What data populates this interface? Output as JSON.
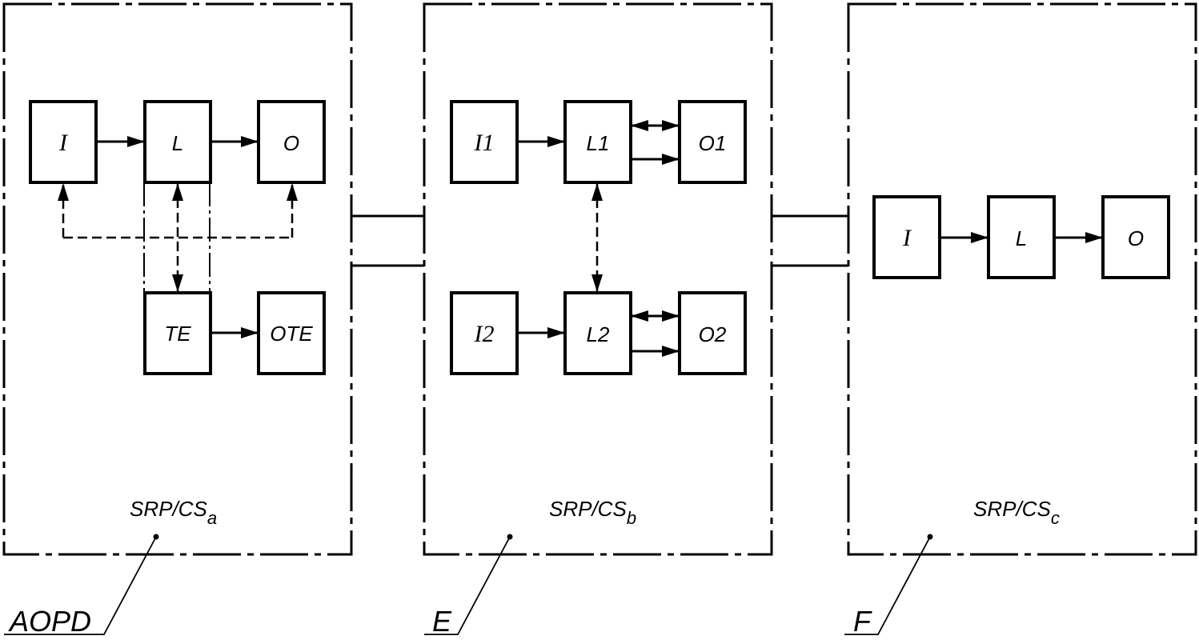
{
  "diagram": {
    "subsystems": [
      {
        "id": "a",
        "label_main": "SRP/CS",
        "label_sub": "a",
        "callout": "AOPD",
        "blocks": [
          "I",
          "L",
          "O",
          "TE",
          "OTE"
        ]
      },
      {
        "id": "b",
        "label_main": "SRP/CS",
        "label_sub": "b",
        "callout": "E",
        "blocks": [
          "I1",
          "L1",
          "O1",
          "I2",
          "L2",
          "O2"
        ]
      },
      {
        "id": "c",
        "label_main": "SRP/CS",
        "label_sub": "c",
        "callout": "F",
        "blocks": [
          "I",
          "L",
          "O"
        ]
      }
    ]
  }
}
